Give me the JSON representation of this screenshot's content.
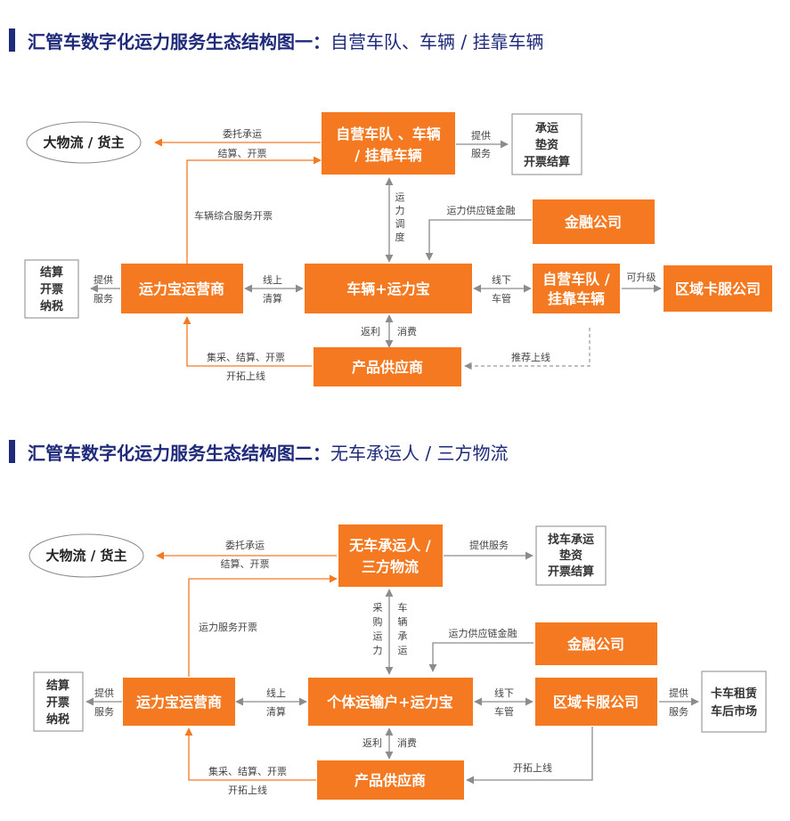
{
  "diagram1": {
    "title_bold": "汇管车数字化运力服务生态结构图一：",
    "title_light": "自营车队、车辆 / 挂靠车辆",
    "nodes": {
      "shipper": "大物流 / 货主",
      "fleet": [
        "自营车队 、车辆",
        "/ 挂靠车辆"
      ],
      "services": [
        "承运",
        "垫资",
        "开票结算"
      ],
      "finance": "金融公司",
      "operator": "运力宝运营商",
      "vehicle": "车辆+运力宝",
      "self_fleet": [
        "自营车队 /",
        "挂靠车辆"
      ],
      "regional": "区域卡服公司",
      "settle": [
        "结算",
        "开票",
        "纳税"
      ],
      "supplier": "产品供应商"
    },
    "labels": {
      "entrust": "委托承运",
      "settle_invoice": "结算、开票",
      "provide_service": [
        "提供",
        "服务"
      ],
      "dispatch": [
        "运",
        "力",
        "调",
        "度"
      ],
      "supply_chain_finance": "运力供应链金融",
      "vehicle_service_invoice": "车辆综合服务开票",
      "provide_service2": [
        "提供",
        "服务"
      ],
      "online": "线上",
      "clearing": "清算",
      "offline": "线下",
      "manage": "车管",
      "upgrade": "可升级",
      "rebate": "返利",
      "consume": "消费",
      "procure": "集采、结算、开票",
      "expand": "开拓上线",
      "recommend": "推荐上线"
    }
  },
  "diagram2": {
    "title_bold": "汇管车数字化运力服务生态结构图二：",
    "title_light": "无车承运人 / 三方物流",
    "nodes": {
      "shipper": "大物流 / 货主",
      "nvocc": [
        "无车承运人 /",
        "三方物流"
      ],
      "services": [
        "找车承运",
        "垫资",
        "开票结算"
      ],
      "finance": "金融公司",
      "operator": "运力宝运营商",
      "individual": "个体运输户+运力宝",
      "regional": "区域卡服公司",
      "settle": [
        "结算",
        "开票",
        "纳税"
      ],
      "leasing": [
        "卡车租赁",
        "车后市场"
      ],
      "supplier": "产品供应商"
    },
    "labels": {
      "entrust": "委托承运",
      "settle_invoice": "结算、开票",
      "provide_service": "提供服务",
      "procure_col": [
        "采",
        "购",
        "运",
        "力"
      ],
      "vehicle_col": [
        "车",
        "辆",
        "承",
        "运"
      ],
      "supply_chain_finance": "运力供应链金融",
      "capacity_invoice": "运力服务开票",
      "provide_service2": [
        "提供",
        "服务"
      ],
      "online": "线上",
      "clearing": "清算",
      "offline": "线下",
      "manage": "车管",
      "provide_service3": [
        "提供",
        "服务"
      ],
      "rebate": "返利",
      "consume": "消费",
      "procure": "集采、结算、开票",
      "expand": "开拓上线",
      "expand2": "开拓上线"
    }
  },
  "colors": {
    "accent": "#f47920",
    "title": "#1f2a7a",
    "connector": "#8c8c8c"
  }
}
